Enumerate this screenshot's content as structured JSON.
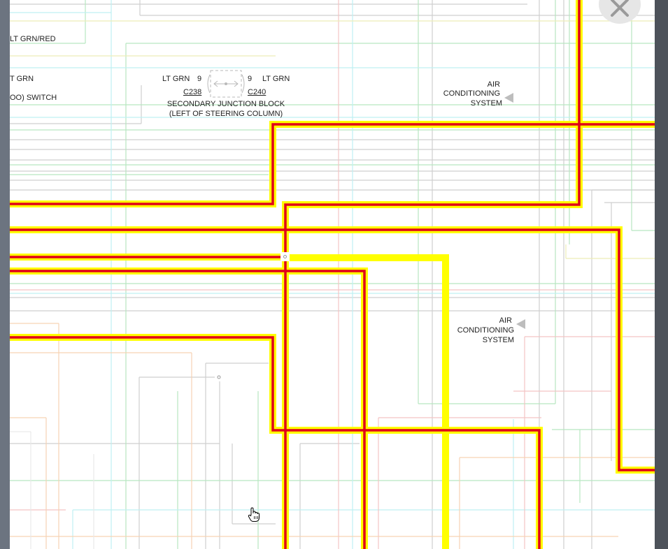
{
  "labels": {
    "wire_lt_grn_red": "LT GRN/RED",
    "wire_lt_grn_left": "T GRN",
    "switch_partial": "OO) SWITCH",
    "junction_left_wire": "LT GRN",
    "junction_left_pin": "9",
    "junction_right_pin": "9",
    "junction_right_wire": "LT GRN",
    "connector_c238": "C238",
    "connector_c240": "C240",
    "junction_title_1": "SECONDARY JUNCTION BLOCK",
    "junction_title_2": "(LEFT OF STEERING COLUMN)",
    "ac_top_1": "AIR",
    "ac_top_2": "CONDITIONING",
    "ac_top_3": "SYSTEM",
    "ac_mid_1": "AIR",
    "ac_mid_2": "CONDITIONING",
    "ac_mid_3": "SYSTEM"
  },
  "icons": {
    "close": "close-icon",
    "pointer": "hand-pointer-icon",
    "arrow": "left-arrow-icon"
  },
  "colors": {
    "highlight": "#ffff00",
    "circuit": "#e0001a",
    "background": "#ffffff"
  }
}
